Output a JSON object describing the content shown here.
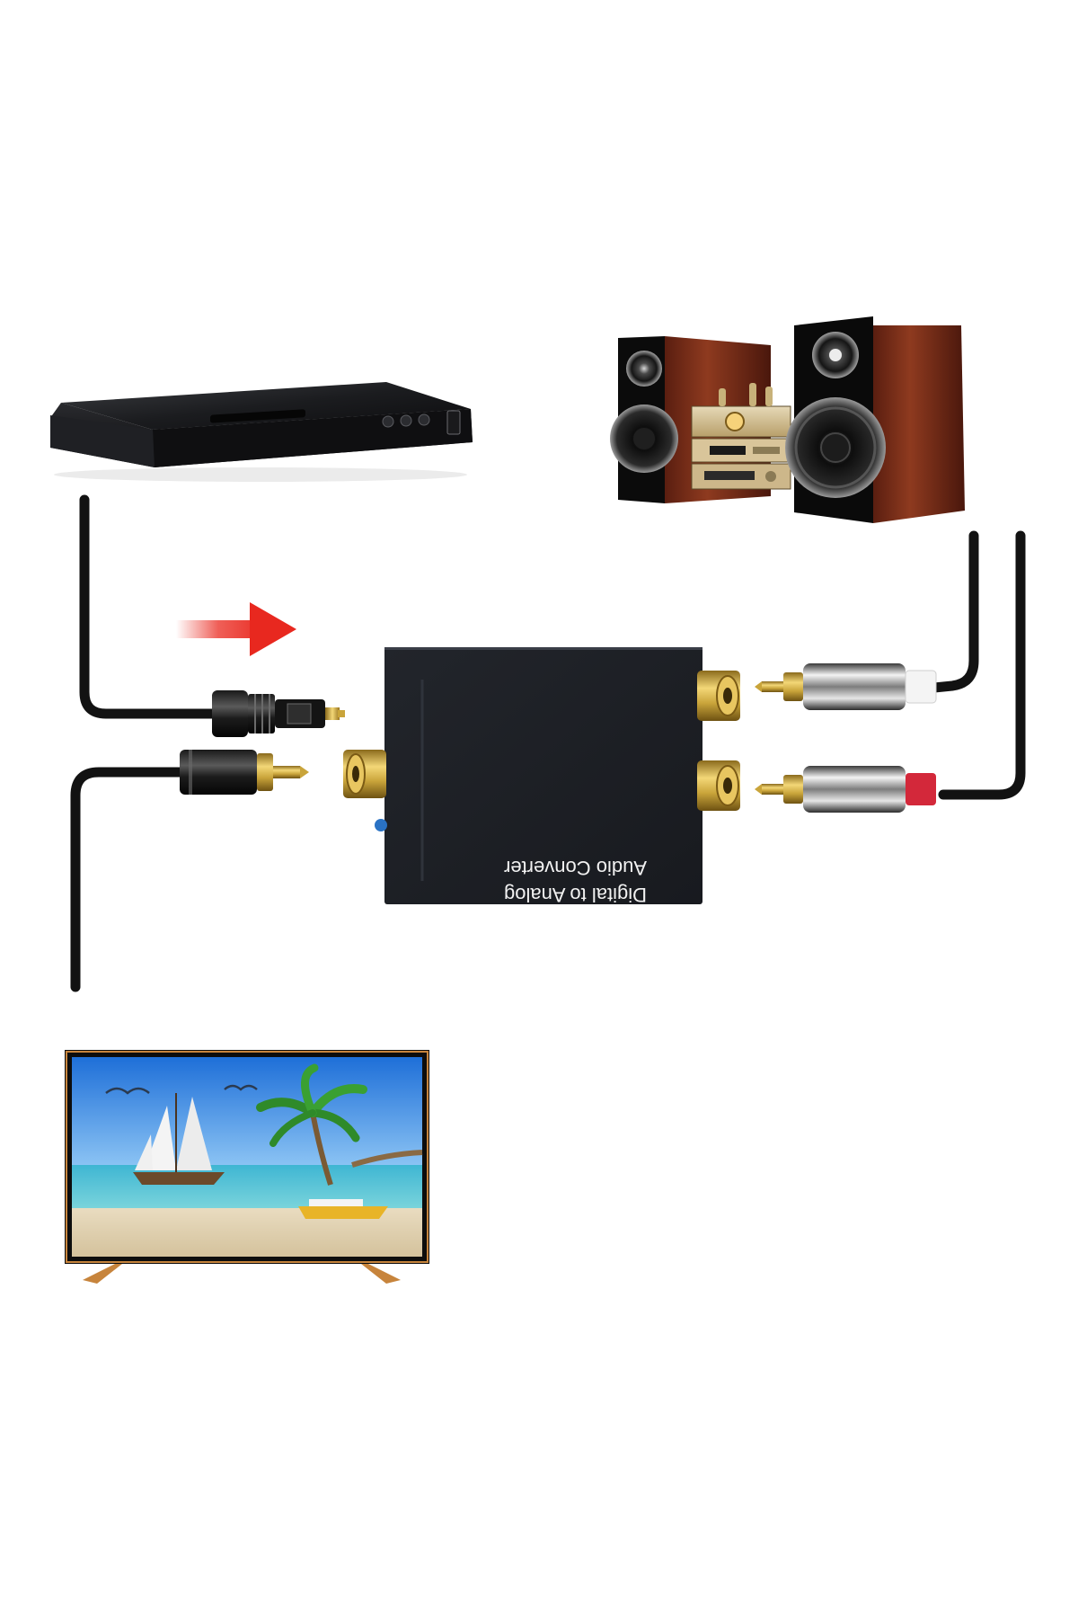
{
  "converter": {
    "label_line1": "Digital to Analog",
    "label_line2": "Audio Converter",
    "label_orientation": "upside-down"
  },
  "devices": {
    "source_top_left": "dvd-player",
    "source_bottom_left": "flat-screen-tv",
    "destination_top_right": "stereo-speaker-system"
  },
  "connections": {
    "inputs": [
      "toslink-optical-cable",
      "coaxial-rca-cable"
    ],
    "outputs": [
      "rca-white-plug",
      "rca-red-plug"
    ]
  },
  "signal_arrow_direction": "right",
  "colors": {
    "converter_body": "#1e2127",
    "cable": "#121212",
    "gold_jack": "#c9a43a",
    "arrow": "#e8281f",
    "rca_red": "#d3283a",
    "speaker_wood": "#7a2b18"
  }
}
